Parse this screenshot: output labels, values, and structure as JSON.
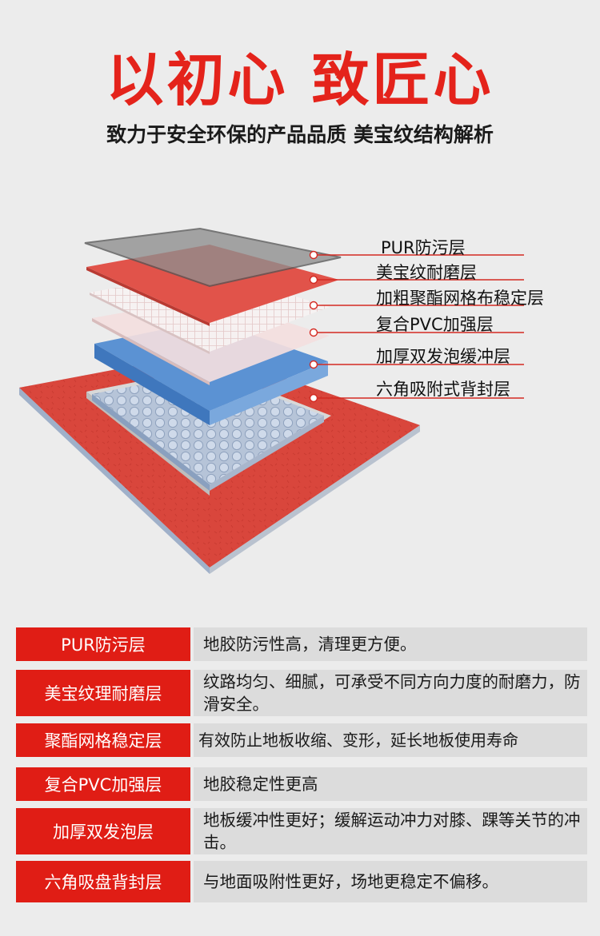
{
  "header": {
    "headline": "以初心  致匠心",
    "subline": "致力于安全环保的产品品质 美宝纹结构解析"
  },
  "layers": [
    {
      "label": "PUR防污层"
    },
    {
      "label": "美宝纹耐磨层"
    },
    {
      "label": "加粗聚酯网格布稳定层"
    },
    {
      "label": "复合PVC加强层"
    },
    {
      "label": "加厚双发泡缓冲层"
    },
    {
      "label": "六角吸附式背封层"
    }
  ],
  "features": [
    {
      "name": "PUR防污层",
      "desc": "地胶防污性高，清理更方便。"
    },
    {
      "name": "美宝纹理耐磨层",
      "desc": "纹路均匀、细腻，可承受不同方向力度的耐磨力，防滑安全。"
    },
    {
      "name": "聚酯网格稳定层",
      "desc": "有效防止地板收缩、变形，延长地板使用寿命"
    },
    {
      "name": "复合PVC加强层",
      "desc": "地胶稳定性更高"
    },
    {
      "name": "加厚双发泡层",
      "desc": "地板缓冲性更好；缓解运动冲力对膝、踝等关节的冲击。"
    },
    {
      "name": "六角吸盘背封层",
      "desc": "与地面吸附性更好，场地更稳定不偏移。"
    }
  ],
  "colors": {
    "accent_red": "#e01d15",
    "headline_red": "#e4231b",
    "row_desc_bg": "#dcdcdc",
    "foam_blue": "#5b92d3",
    "background": "#ececec"
  }
}
